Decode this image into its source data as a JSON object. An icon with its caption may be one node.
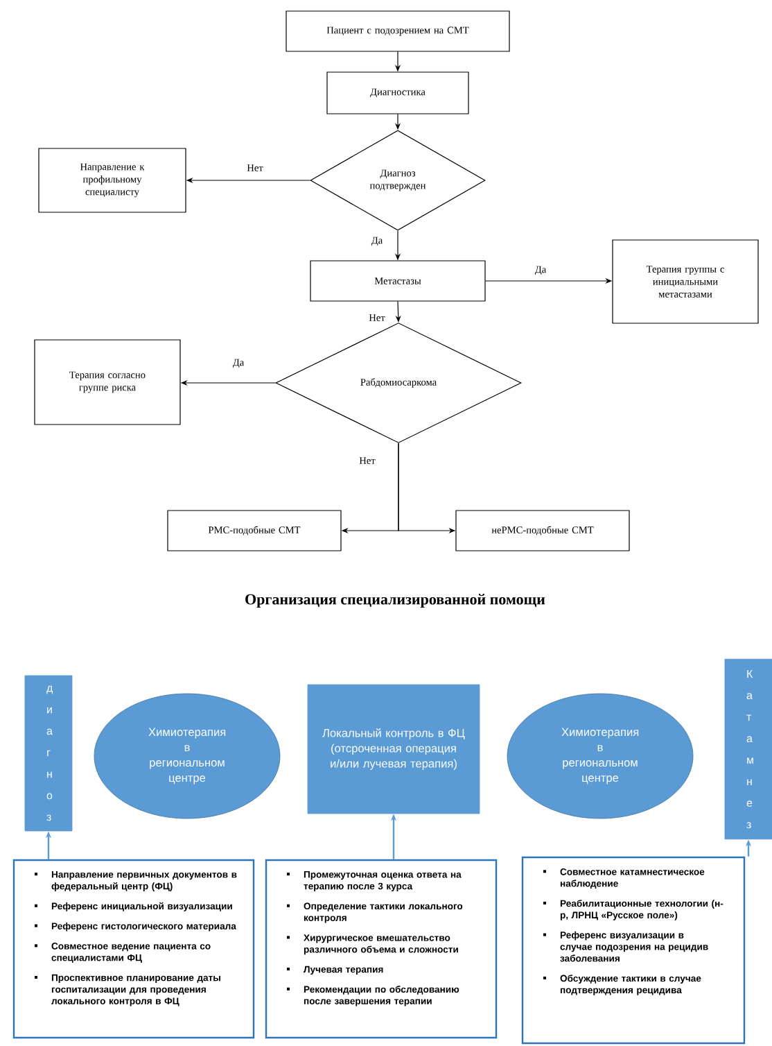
{
  "diagram": {
    "title": "Организация специализированной помощи",
    "nodes": [
      {
        "text": [
          "Пациент с подозрением на СМТ"
        ]
      },
      {
        "text": [
          "Диагностика"
        ]
      },
      {
        "text": [
          "Диагноз подтвержден"
        ]
      },
      {
        "text": [
          "Направление к профильному специалисту"
        ]
      },
      {
        "text": [
          "Метастазы"
        ]
      },
      {
        "text": [
          "Терапия группы с инициальными метастазами"
        ]
      },
      {
        "text": [
          "Рабдомиосаркома"
        ]
      },
      {
        "text": [
          "Терапия согласно группе риска"
        ]
      },
      {
        "text": [
          "РМС-подобные СМТ"
        ]
      },
      {
        "text": [
          "неРМС-подобные СМТ"
        ]
      },
      {
        "text": [
          "диагноз"
        ]
      },
      {
        "text": [
          "Химиотерапия в региональном центре"
        ]
      },
      {
        "text": [
          "Локальный контроль в ФЦ (отсроченная операция и/или лучевая терапия)"
        ]
      },
      {
        "text": [
          "Химиотерапия в региональном центре"
        ]
      },
      {
        "text": [
          "Катамнез"
        ]
      },
      {
        "text": [
          "Направление первичных документов в федеральный центр (ФЦ)",
          "Референс инициальной визуализации",
          "Референс гистологического материала",
          "Совместное ведение пациента со специалистами ФЦ",
          "Проспективное планирование даты госпитализации для проведения локального контроля в ФЦ"
        ]
      },
      {
        "text": [
          "Промежуточная оценка ответа на терапию после 3 курса",
          "Определение тактики локального контроля",
          "Хирургическое вмешательство различного объема и сложности",
          "Лучевая терапия",
          "Рекомендации по обследованию после завершения терапии"
        ]
      },
      {
        "text": [
          "Совместное катамнестическое наблюдение",
          "Реабилитационные технологии (н-р, ЛРНЦ «Русское поле»)",
          "Референс визуализации в случае подозрения на рецидив заболевания",
          "Обсуждение тактики в случае подтверждения рецидива"
        ]
      }
    ],
    "edges": [
      {
        "from": 0,
        "to": 1,
        "arrow": "to"
      },
      {
        "from": 1,
        "to": 2,
        "arrow": "to"
      },
      {
        "from": 2,
        "to": 3,
        "arrow": "to",
        "label": "Нет"
      },
      {
        "from": 2,
        "to": 4,
        "arrow": "to",
        "label": "Да"
      },
      {
        "from": 4,
        "to": 5,
        "arrow": "to",
        "label": "Да"
      },
      {
        "from": 4,
        "to": 6,
        "arrow": "to",
        "label": "Нет"
      },
      {
        "from": 6,
        "to": 7,
        "arrow": "to",
        "label": "Да"
      },
      {
        "from": 6,
        "to": 8,
        "arrow": "to",
        "label": "Нет"
      },
      {
        "from": 6,
        "to": 9,
        "arrow": "to"
      },
      {
        "from": 15,
        "to": 10,
        "arrow": "to",
        "color": "#5b9bd5"
      },
      {
        "from": 16,
        "to": 12,
        "arrow": "to",
        "color": "#5b9bd5"
      },
      {
        "from": 17,
        "to": 14,
        "arrow": "to",
        "color": "#5b9bd5"
      }
    ]
  }
}
